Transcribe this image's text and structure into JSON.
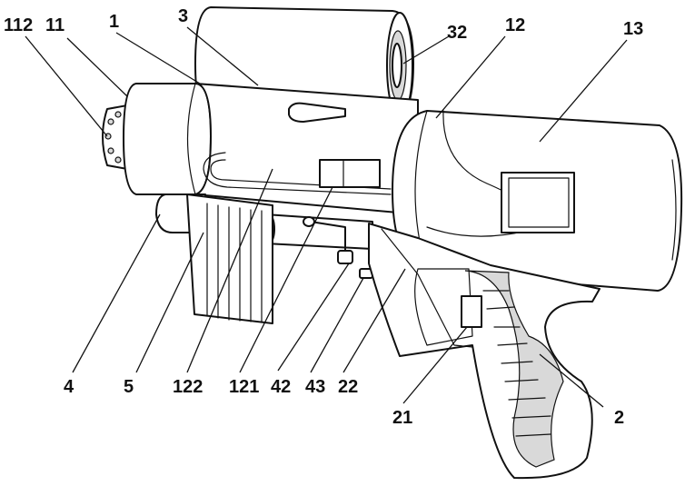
{
  "figure": {
    "callouts": [
      {
        "id": "c112",
        "text": "112"
      },
      {
        "id": "c11",
        "text": "11"
      },
      {
        "id": "c1",
        "text": "1"
      },
      {
        "id": "c3",
        "text": "3"
      },
      {
        "id": "c32",
        "text": "32"
      },
      {
        "id": "c12",
        "text": "12"
      },
      {
        "id": "c13",
        "text": "13"
      },
      {
        "id": "c4",
        "text": "4"
      },
      {
        "id": "c5",
        "text": "5"
      },
      {
        "id": "c122",
        "text": "122"
      },
      {
        "id": "c121",
        "text": "121"
      },
      {
        "id": "c42",
        "text": "42"
      },
      {
        "id": "c43",
        "text": "43"
      },
      {
        "id": "c22",
        "text": "22"
      },
      {
        "id": "c21",
        "text": "21"
      },
      {
        "id": "c2",
        "text": "2"
      }
    ]
  }
}
